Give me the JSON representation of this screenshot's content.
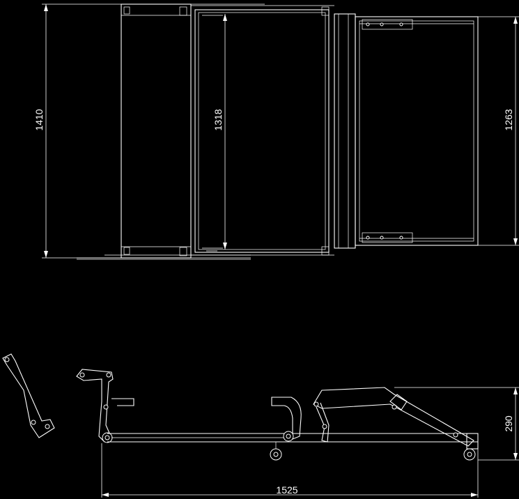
{
  "dimensions": {
    "top_frame_outer_width": "1410",
    "top_frame_inner_width": "1318",
    "top_frame_right_width": "1263",
    "side_total_length": "1525",
    "side_height": "290"
  }
}
